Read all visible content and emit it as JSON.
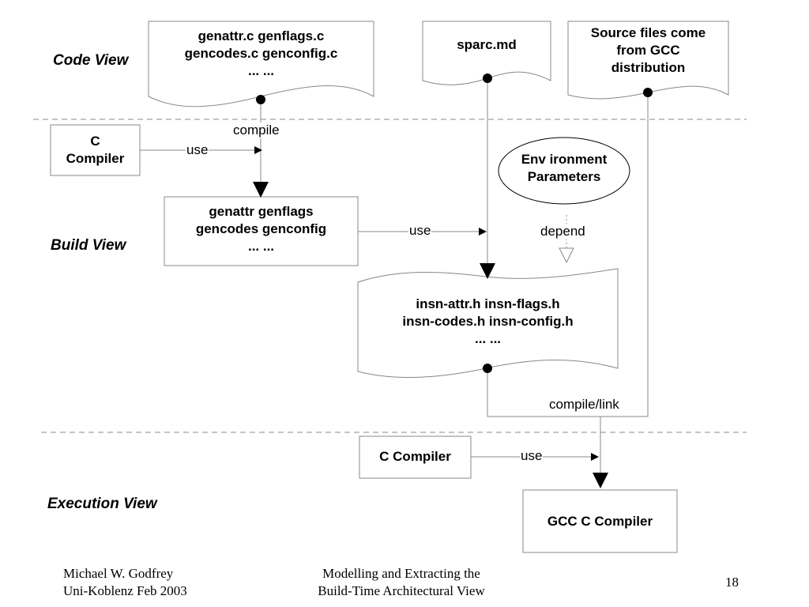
{
  "views": {
    "code": "Code View",
    "build": "Build View",
    "execution": "Execution View"
  },
  "nodes": {
    "code_doc_lines": [
      "genattr.c    genflags.c",
      "gencodes.c    genconfig.c",
      "... ..."
    ],
    "sparc": "sparc.md",
    "source_note_lines": [
      "Source files come",
      "from GCC",
      "distribution"
    ],
    "c_compiler_top_lines": [
      "C",
      "Compiler"
    ],
    "env_params_lines": [
      "Env ironment",
      "Parameters"
    ],
    "build_box_lines": [
      "genattr    genflags",
      "gencodes    genconfig",
      "... ..."
    ],
    "insn_doc_lines": [
      "insn-attr.h    insn-flags.h",
      "insn-codes.h    insn-config.h",
      "... ..."
    ],
    "c_compiler_bottom": "C Compiler",
    "gcc_compiler": "GCC C Compiler"
  },
  "edges": {
    "compile": "compile",
    "use_top": "use",
    "use_mid": "use",
    "depend": "depend",
    "compile_link": "compile/link",
    "use_bottom": "use"
  },
  "footer": {
    "author_lines": [
      "Michael W. Godfrey",
      "Uni-Koblenz Feb 2003"
    ],
    "title_lines": [
      "Modelling and Extracting the",
      "Build-Time Architectural View"
    ],
    "page": "18"
  }
}
